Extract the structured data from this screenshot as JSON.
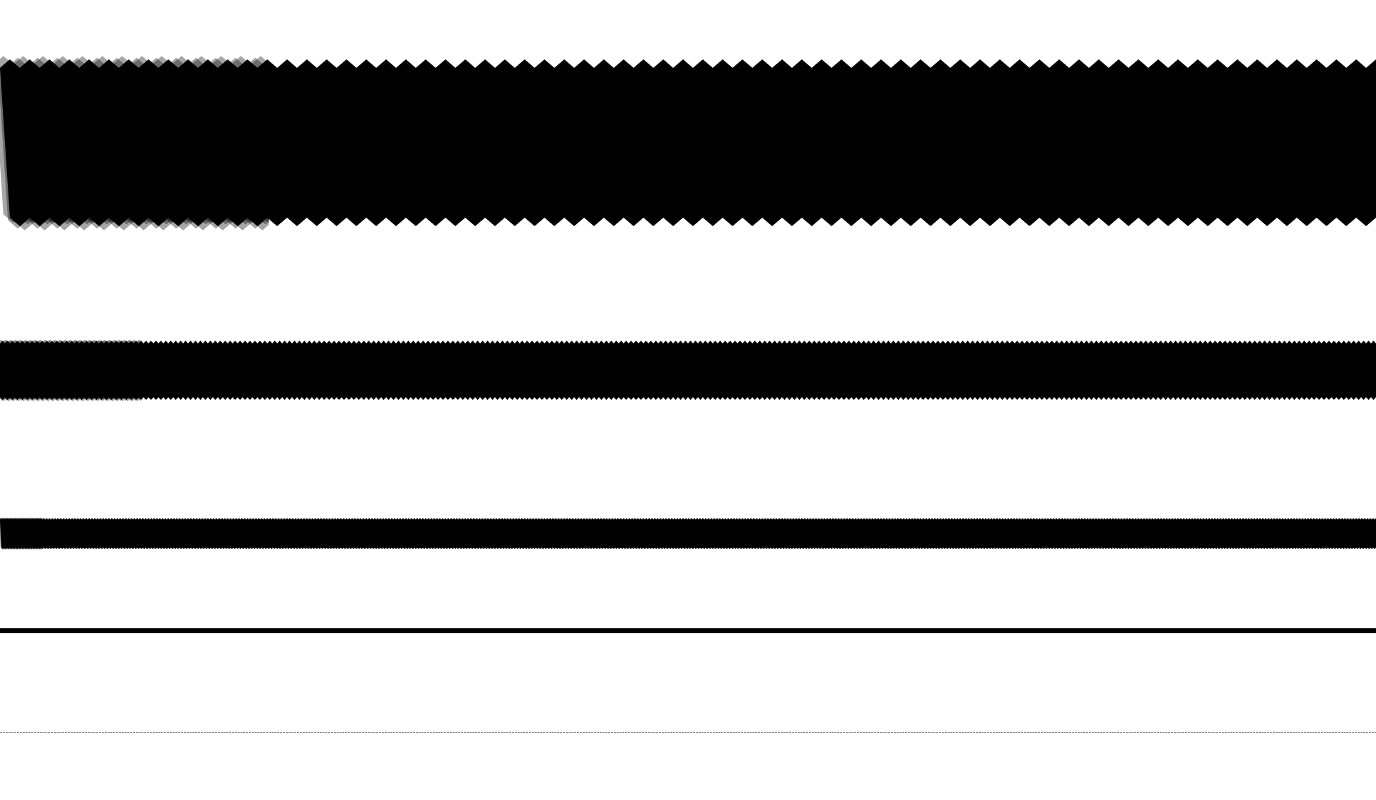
{
  "colors": {
    "background": "#ffffff",
    "stroke": "#000000",
    "hairline": "#888888"
  },
  "stripes": [
    {
      "name": "zigzag-stripe-thick",
      "style": "zigzag",
      "fuzzy_left_edge": true
    },
    {
      "name": "zigzag-stripe-medium",
      "style": "zigzag",
      "fuzzy_left_edge": true
    },
    {
      "name": "zigzag-stripe-thin",
      "style": "zigzag",
      "fuzzy_left_edge": true
    },
    {
      "name": "solid-line",
      "style": "solid"
    },
    {
      "name": "hairline",
      "style": "dashed"
    }
  ]
}
